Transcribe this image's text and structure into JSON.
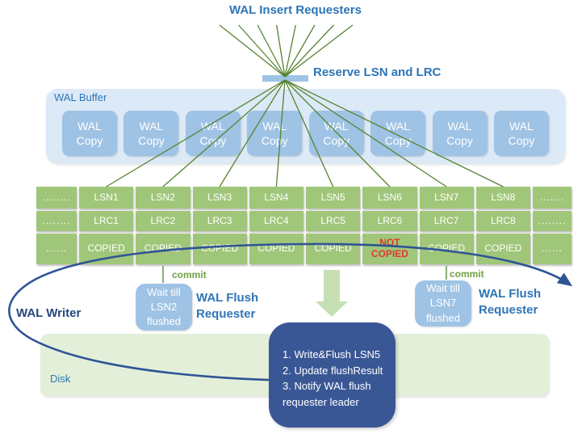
{
  "title": "WAL Insert Requesters",
  "reserve_label": "Reserve LSN and LRC",
  "wal_buffer": {
    "label": "WAL Buffer",
    "copy_boxes": [
      "WAL Copy",
      "WAL Copy",
      "WAL Copy",
      "WAL Copy",
      "WAL Copy",
      "WAL Copy",
      "WAL Copy",
      "WAL Copy"
    ]
  },
  "table": {
    "rows": [
      [
        "........",
        "LSN1",
        "LSN2",
        "LSN3",
        "LSN4",
        "LSN5",
        "LSN6",
        "LSN7",
        "LSN8",
        "......."
      ],
      [
        "........",
        "LRC1",
        "LRC2",
        "LRC3",
        "LRC4",
        "LRC5",
        "LRC6",
        "LRC7",
        "LRC8",
        "........"
      ],
      [
        "......",
        "COPIED",
        "COPIED",
        "COPIED",
        "COPIED",
        "COPIED",
        "NOT COPIED",
        "COPIED",
        "COPIED",
        "......"
      ]
    ],
    "highlight_cell": {
      "row": 2,
      "col": 6
    }
  },
  "wal_writer_label": "WAL Writer",
  "flush_requesters": {
    "left": {
      "commit_label": "commit",
      "wait_box": "Wait till LSN2 flushed",
      "label": "WAL Flush Requester"
    },
    "right": {
      "commit_label": "commit",
      "wait_box": "Wait till LSN7 flushed",
      "label": "WAL Flush Requester"
    }
  },
  "disk_label": "Disk",
  "flush_box": {
    "steps": [
      "1. Write&Flush LSN5",
      "2. Update flushResult",
      "3. Notify WAL flush requester leader"
    ]
  },
  "colors": {
    "heading_blue": "#2E75B6",
    "navy_blue": "#24477E",
    "box_blue": "#9FC3E5",
    "buffer_bg": "#DCE9F7",
    "table_green": "#A0C67A",
    "line_green": "#55832F",
    "commit_green": "#6FA243",
    "arrow_green": "#C6E0B4",
    "disk_bg": "#E3EFD9",
    "flush_box_blue": "#3A5795",
    "loop_blue": "#2F5496",
    "not_copied_red": "#E0382E"
  }
}
